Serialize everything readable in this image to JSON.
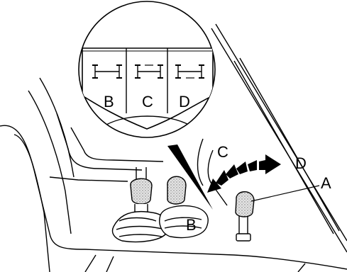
{
  "panel_labels": {
    "left": "B",
    "center": "C",
    "right": "D"
  },
  "callouts": {
    "arrow_start": "C",
    "arrow_end": "D",
    "lever_pointer": "A",
    "hand_lever": "B"
  },
  "colors": {
    "ink": "#000000",
    "paper": "#ffffff",
    "knob_fill": "#d9d9d9"
  },
  "icons": [
    "drive-2wd-icon",
    "drive-4wd-high-icon",
    "drive-4wd-low-icon"
  ]
}
